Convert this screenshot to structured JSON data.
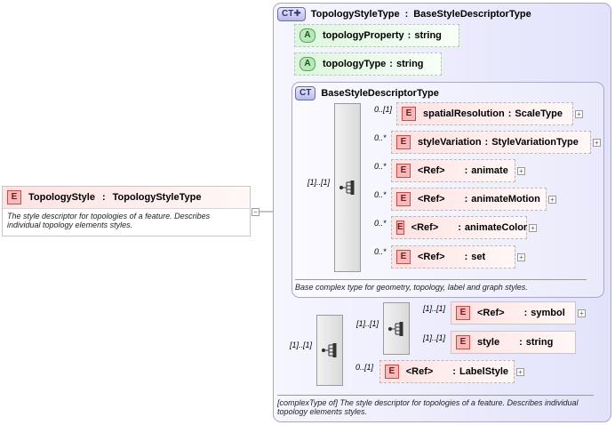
{
  "root_element": {
    "badge": "E",
    "name": "TopologyStyle",
    "type": "TopologyStyleType",
    "doc": "The style descriptor for topologies of a feature. Describes individual topology elements styles."
  },
  "outer_type": {
    "badge": "CT",
    "name": "TopologyStyleType",
    "base": "BaseStyleDescriptorType",
    "doc": "[complexType of] The style descriptor for topologies of a feature. Describes individual topology elements styles."
  },
  "attributes": [
    {
      "badge": "A",
      "name": "topologyProperty",
      "type": "string"
    },
    {
      "badge": "A",
      "name": "topologyType",
      "type": "string"
    }
  ],
  "base_type": {
    "badge": "CT",
    "name": "BaseStyleDescriptorType",
    "doc": "Base complex type for geometry, topology, label and graph styles.",
    "sequence_occurrence": "[1]..[1]",
    "elements": [
      {
        "badge": "E",
        "occurrence": "0..[1]",
        "prefix": "",
        "name": "spatialResolution",
        "type": "ScaleType"
      },
      {
        "badge": "E",
        "occurrence": "0..*",
        "prefix": "",
        "name": "styleVariation",
        "type": "StyleVariationType"
      },
      {
        "badge": "E",
        "occurrence": "0..*",
        "prefix": "<Ref>",
        "name": "animate",
        "type": ""
      },
      {
        "badge": "E",
        "occurrence": "0..*",
        "prefix": "<Ref>",
        "name": "animateMotion",
        "type": ""
      },
      {
        "badge": "E",
        "occurrence": "0..*",
        "prefix": "<Ref>",
        "name": "animateColor",
        "type": ""
      },
      {
        "badge": "E",
        "occurrence": "0..*",
        "prefix": "<Ref>",
        "name": "set",
        "type": ""
      }
    ]
  },
  "extension_sequence": {
    "occurrence": "[1]..[1]",
    "inner_sequence_occurrence": "[1]..[1]",
    "inner_elements": [
      {
        "badge": "E",
        "occurrence": "[1]..[1]",
        "prefix": "<Ref>",
        "name": "symbol"
      },
      {
        "badge": "E",
        "occurrence": "[1]..[1]",
        "prefix": "style",
        "name": "string"
      }
    ],
    "label_style": {
      "badge": "E",
      "occurrence": "0..[1]",
      "prefix": "<Ref>",
      "name": "LabelStyle"
    }
  },
  "icons": {
    "expand": "+",
    "collapse": "−",
    "sequence": "sequence-icon",
    "attribute_group": "attribute-icon"
  }
}
